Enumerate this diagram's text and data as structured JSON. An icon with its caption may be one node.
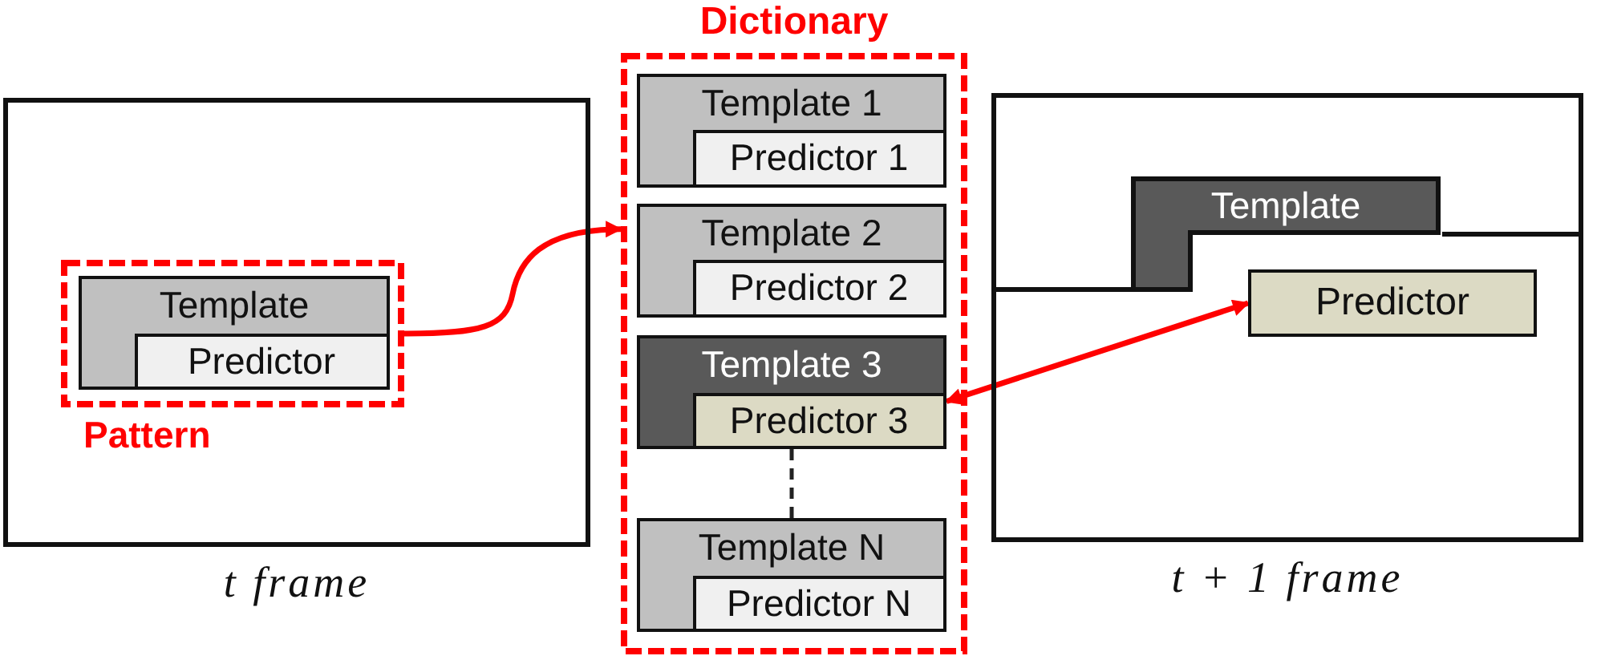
{
  "diagram": {
    "nodes": [
      {
        "text": [
          "t frame"
        ]
      },
      {
        "text": [
          "Pattern"
        ],
        "in": 0
      },
      {
        "text": [
          "Template"
        ],
        "in": 1
      },
      {
        "text": [
          "Predictor"
        ],
        "in": 2
      },
      {
        "text": [
          "Dictionary"
        ]
      },
      {
        "text": [
          "Template 1"
        ],
        "in": 4
      },
      {
        "text": [
          "Predictor 1"
        ],
        "in": 5
      },
      {
        "text": [
          "Template 2"
        ],
        "in": 4
      },
      {
        "text": [
          "Predictor 2"
        ],
        "in": 7
      },
      {
        "text": [
          "Template 3"
        ],
        "in": 4
      },
      {
        "text": [
          "Predictor 3"
        ],
        "in": 9
      },
      {
        "text": [
          "Template N"
        ],
        "in": 4
      },
      {
        "text": [
          "Predictor N"
        ],
        "in": 11
      },
      {
        "text": [
          "t + 1 frame"
        ]
      },
      {
        "text": [
          "Template"
        ],
        "in": 13
      },
      {
        "text": [
          "Predictor"
        ],
        "in": 13
      }
    ],
    "edges": [
      {
        "from": 1,
        "to": 4,
        "arrow": "to",
        "color": "#ff0000"
      },
      {
        "from": 10,
        "to": 15,
        "arrow": "both",
        "color": "#ff0000"
      },
      {
        "from": 10,
        "to": 11,
        "arrow": "none",
        "style": "dashed",
        "color": "#222222"
      }
    ]
  }
}
